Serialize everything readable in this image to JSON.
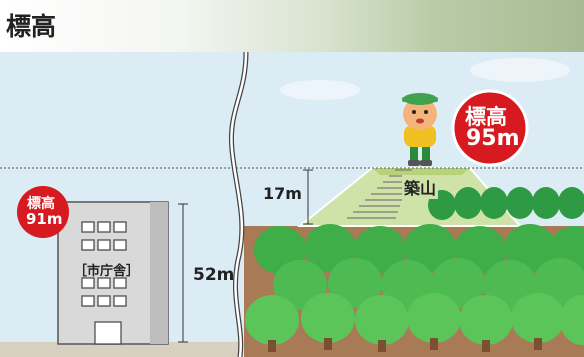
{
  "title": "標高",
  "left_badge": {
    "line1": "標高",
    "line2": "91m",
    "color": "#d71920"
  },
  "right_badge": {
    "line1": "標高",
    "line2": "95m",
    "color": "#d71920"
  },
  "building_label": "［市庁舎］",
  "building_height": "52m",
  "mound_height": "17m",
  "mound_label": "築山",
  "colors": {
    "sky": "#dcecf5",
    "ground": "#a87a55",
    "tree": "#41b24a",
    "dark_tree": "#1f7d36"
  }
}
